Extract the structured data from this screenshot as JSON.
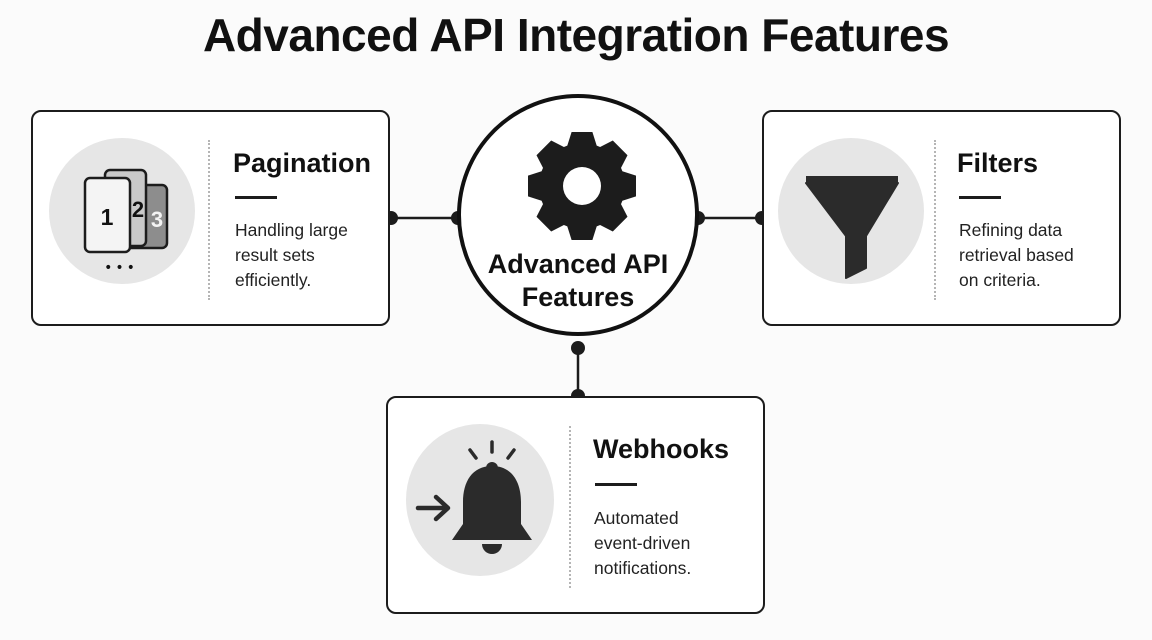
{
  "title": "Advanced API Integration Features",
  "hub": {
    "label": "Advanced API\nFeatures",
    "icon": "gear-icon"
  },
  "cards": {
    "pagination": {
      "title": "Pagination",
      "description": "Handling large\nresult sets\nefficiently.",
      "icon": "pages-icon",
      "page_numbers": [
        "1",
        "2",
        "3"
      ],
      "more": "•••"
    },
    "filters": {
      "title": "Filters",
      "description": "Refining data\nretrieval based\non criteria.",
      "icon": "funnel-icon"
    },
    "webhooks": {
      "title": "Webhooks",
      "description": "Automated\nevent-driven\nnotifications.",
      "icon": "bell-icon"
    }
  },
  "colors": {
    "ink": "#1c1c1c",
    "icon_bg": "#e6e6e6",
    "page_light": "#f4f4f4",
    "page_mid": "#c9c9c9",
    "page_dark": "#8d8d8d"
  }
}
